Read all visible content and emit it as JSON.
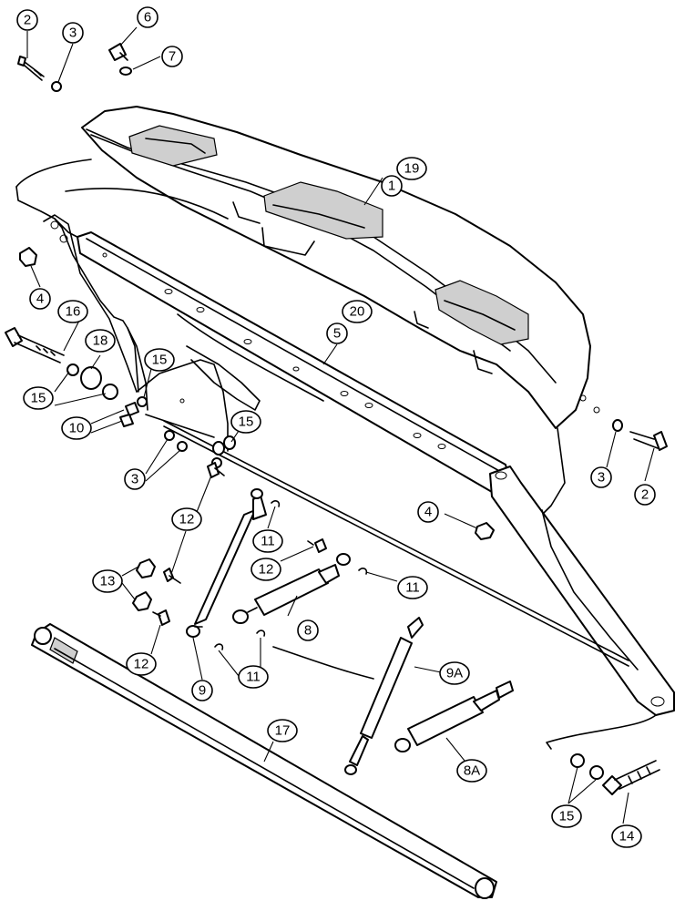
{
  "callouts": [
    {
      "id": "c2a",
      "label": "2"
    },
    {
      "id": "c3a",
      "label": "3"
    },
    {
      "id": "c6",
      "label": "6"
    },
    {
      "id": "c7",
      "label": "7"
    },
    {
      "id": "c19",
      "label": "19"
    },
    {
      "id": "c1",
      "label": "1"
    },
    {
      "id": "c4a",
      "label": "4"
    },
    {
      "id": "c16",
      "label": "16"
    },
    {
      "id": "c20",
      "label": "20"
    },
    {
      "id": "c5",
      "label": "5"
    },
    {
      "id": "c18",
      "label": "18"
    },
    {
      "id": "c15a",
      "label": "15"
    },
    {
      "id": "c15b",
      "label": "15"
    },
    {
      "id": "c10",
      "label": "10"
    },
    {
      "id": "c15c",
      "label": "15"
    },
    {
      "id": "c3b",
      "label": "3"
    },
    {
      "id": "c3c",
      "label": "3"
    },
    {
      "id": "c2b",
      "label": "2"
    },
    {
      "id": "c4b",
      "label": "4"
    },
    {
      "id": "c12a",
      "label": "12"
    },
    {
      "id": "c11a",
      "label": "11"
    },
    {
      "id": "c12b",
      "label": "12"
    },
    {
      "id": "c11b",
      "label": "11"
    },
    {
      "id": "c13",
      "label": "13"
    },
    {
      "id": "c8",
      "label": "8"
    },
    {
      "id": "c12c",
      "label": "12"
    },
    {
      "id": "c9",
      "label": "9"
    },
    {
      "id": "c11c",
      "label": "11"
    },
    {
      "id": "c9a",
      "label": "9A"
    },
    {
      "id": "c17",
      "label": "17"
    },
    {
      "id": "c8a",
      "label": "8A"
    },
    {
      "id": "c15d",
      "label": "15"
    },
    {
      "id": "c14",
      "label": "14"
    }
  ]
}
